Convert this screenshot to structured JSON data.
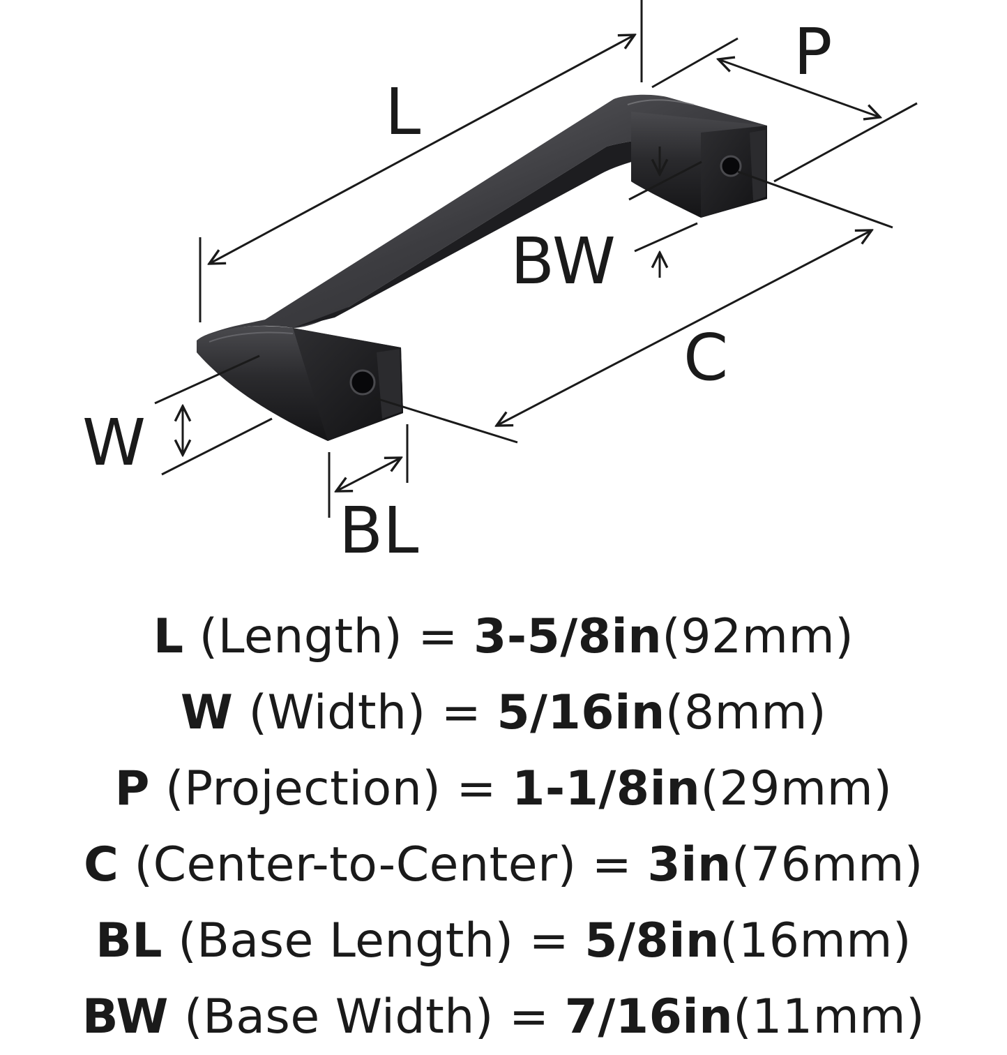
{
  "diagram": {
    "labels": {
      "L": "L",
      "P": "P",
      "BW": "BW",
      "C": "C",
      "W": "W",
      "BL": "BL"
    },
    "colors": {
      "line": "#1a1a1a",
      "metal_dark": "#1c1c1e",
      "metal_mid": "#3a3a3d",
      "metal_light": "#6a6a6e",
      "background": "#ffffff"
    }
  },
  "specs": [
    {
      "code": "L",
      "desc": "(Length)",
      "eq": "=",
      "imperial": "3-5/8in",
      "metric": "(92mm)"
    },
    {
      "code": "W",
      "desc": "(Width)",
      "eq": "=",
      "imperial": "5/16in",
      "metric": "(8mm)"
    },
    {
      "code": "P",
      "desc": "(Projection)",
      "eq": "=",
      "imperial": "1-1/8in",
      "metric": "(29mm)"
    },
    {
      "code": "C",
      "desc": "(Center-to-Center)",
      "eq": "=",
      "imperial": "3in",
      "metric": "(76mm)"
    },
    {
      "code": "BL",
      "desc": "(Base Length)",
      "eq": "=",
      "imperial": "5/8in",
      "metric": "(16mm)"
    },
    {
      "code": "BW",
      "desc": "(Base Width)",
      "eq": "=",
      "imperial": "7/16in",
      "metric": "(11mm)"
    }
  ]
}
